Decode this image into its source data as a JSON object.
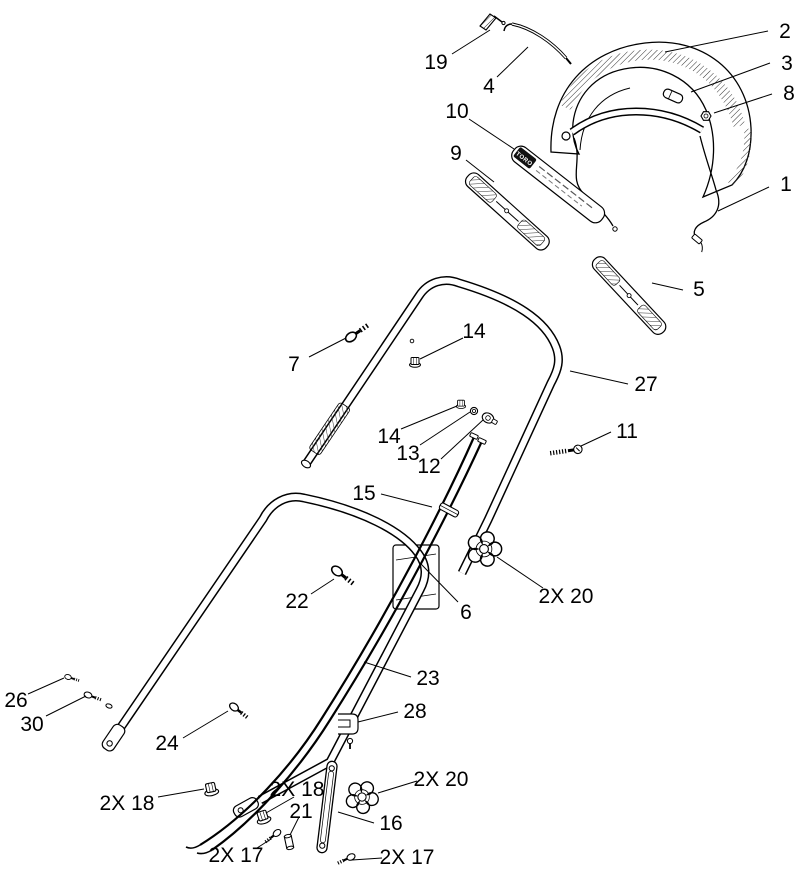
{
  "page": {
    "background": "#ffffff",
    "line_color": "#000000",
    "type": "exploded-parts-diagram"
  },
  "diagram": {
    "logo_text": "TORO",
    "callouts": [
      {
        "id": "19",
        "label": "19"
      },
      {
        "id": "2",
        "label": "2"
      },
      {
        "id": "3",
        "label": "3"
      },
      {
        "id": "8",
        "label": "8"
      },
      {
        "id": "4",
        "label": "4"
      },
      {
        "id": "10",
        "label": "10"
      },
      {
        "id": "9",
        "label": "9"
      },
      {
        "id": "1",
        "label": "1"
      },
      {
        "id": "5",
        "label": "5"
      },
      {
        "id": "14a",
        "label": "14"
      },
      {
        "id": "7",
        "label": "7"
      },
      {
        "id": "27",
        "label": "27"
      },
      {
        "id": "14b",
        "label": "14"
      },
      {
        "id": "13",
        "label": "13"
      },
      {
        "id": "12",
        "label": "12"
      },
      {
        "id": "11",
        "label": "11"
      },
      {
        "id": "15",
        "label": "15"
      },
      {
        "id": "20a",
        "label": "2X 20"
      },
      {
        "id": "22",
        "label": "22"
      },
      {
        "id": "6",
        "label": "6"
      },
      {
        "id": "23",
        "label": "23"
      },
      {
        "id": "26",
        "label": "26"
      },
      {
        "id": "30",
        "label": "30"
      },
      {
        "id": "28",
        "label": "28"
      },
      {
        "id": "24",
        "label": "24"
      },
      {
        "id": "18a",
        "label": "2X 18"
      },
      {
        "id": "18b",
        "label": "2X 18"
      },
      {
        "id": "20b",
        "label": "2X 20"
      },
      {
        "id": "21",
        "label": "21"
      },
      {
        "id": "16",
        "label": "16"
      },
      {
        "id": "17a",
        "label": "2X 17"
      },
      {
        "id": "17b",
        "label": "2X 17"
      }
    ]
  }
}
